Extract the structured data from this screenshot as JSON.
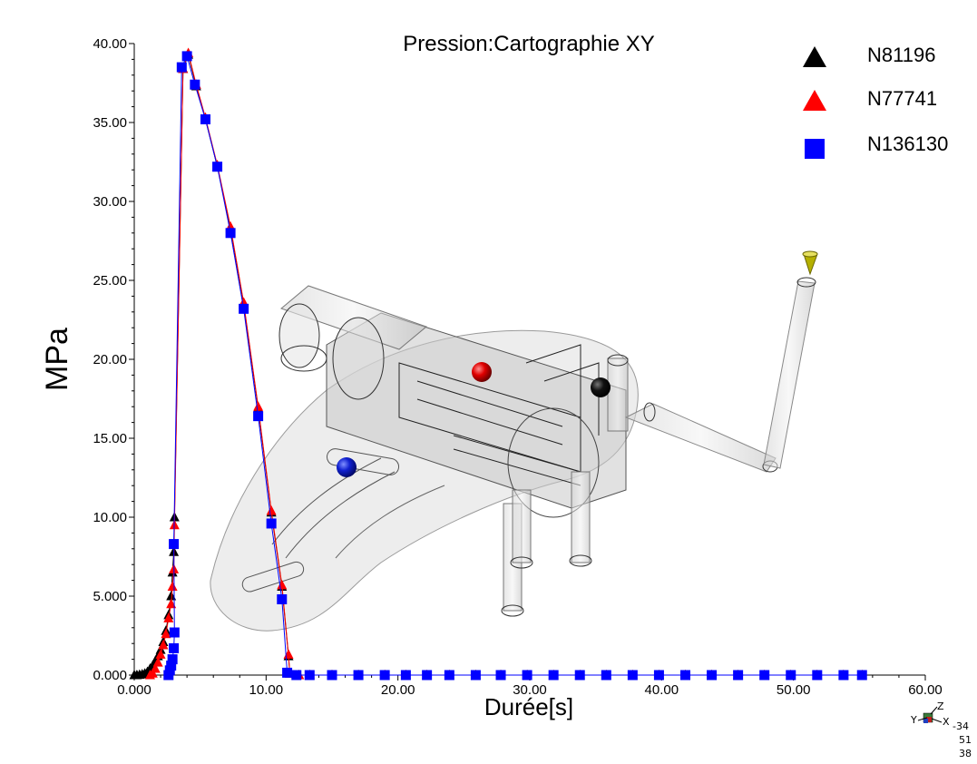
{
  "chart_data": {
    "type": "scatter",
    "title": "Pression:Cartographie XY",
    "xlabel": "Durée[s]",
    "ylabel": "MPa",
    "xlim": [
      0,
      60
    ],
    "ylim": [
      0,
      40
    ],
    "x_ticks": [
      0,
      10,
      20,
      30,
      40,
      50,
      60
    ],
    "x_tick_labels": [
      "0.000",
      "10.00",
      "20.00",
      "30.00",
      "40.00",
      "50.00",
      "60.00"
    ],
    "y_ticks": [
      0,
      5,
      10,
      15,
      20,
      25,
      30,
      35,
      40
    ],
    "y_tick_labels": [
      "0.000",
      "5.000",
      "10.00",
      "15.00",
      "20.00",
      "25.00",
      "30.00",
      "35.00",
      "40.00"
    ],
    "grid": false,
    "legend_position": "top-right",
    "series": [
      {
        "name": "N81196",
        "marker": "triangle",
        "color": "#000000",
        "line_color": "#000000",
        "points": [
          [
            0,
            0
          ],
          [
            0.2,
            0
          ],
          [
            0.4,
            0.02
          ],
          [
            0.6,
            0.05
          ],
          [
            0.8,
            0.1
          ],
          [
            1.0,
            0.2
          ],
          [
            1.2,
            0.4
          ],
          [
            1.4,
            0.6
          ],
          [
            1.6,
            0.9
          ],
          [
            1.8,
            1.2
          ],
          [
            2.0,
            1.6
          ],
          [
            2.2,
            2.1
          ],
          [
            2.4,
            2.8
          ],
          [
            2.6,
            3.8
          ],
          [
            2.8,
            5.0
          ],
          [
            2.9,
            6.5
          ],
          [
            3.0,
            7.8
          ],
          [
            3.05,
            10.0
          ],
          [
            3.7,
            38.4
          ],
          [
            4.1,
            39.3
          ],
          [
            4.7,
            37.3
          ],
          [
            5.4,
            35.2
          ],
          [
            6.3,
            32.2
          ],
          [
            7.3,
            28.3
          ],
          [
            8.3,
            23.5
          ],
          [
            9.4,
            16.9
          ],
          [
            10.4,
            10.3
          ],
          [
            11.2,
            5.6
          ],
          [
            11.7,
            1.2
          ],
          [
            11.8,
            0.1
          ],
          [
            12.5,
            0
          ],
          [
            13.3,
            0
          ],
          [
            15,
            0
          ],
          [
            17,
            0
          ],
          [
            19,
            0
          ],
          [
            20.6,
            0
          ],
          [
            22.2,
            0
          ],
          [
            23.9,
            0
          ],
          [
            25.9,
            0
          ],
          [
            27.8,
            0
          ],
          [
            29.8,
            0
          ],
          [
            31.8,
            0
          ],
          [
            33.8,
            0
          ],
          [
            35.8,
            0
          ],
          [
            37.8,
            0
          ],
          [
            39.8,
            0
          ],
          [
            41.8,
            0
          ],
          [
            43.8,
            0
          ],
          [
            45.8,
            0
          ],
          [
            47.8,
            0
          ],
          [
            49.8,
            0
          ],
          [
            51.8,
            0
          ],
          [
            53.8,
            0
          ],
          [
            55.2,
            0
          ]
        ]
      },
      {
        "name": "N77741",
        "marker": "triangle",
        "color": "#ff0000",
        "line_color": "#ff0000",
        "points": [
          [
            1.2,
            0
          ],
          [
            1.4,
            0.1
          ],
          [
            1.6,
            0.4
          ],
          [
            1.8,
            0.8
          ],
          [
            2.0,
            1.3
          ],
          [
            2.2,
            1.9
          ],
          [
            2.4,
            2.6
          ],
          [
            2.6,
            3.6
          ],
          [
            2.8,
            4.5
          ],
          [
            2.9,
            5.6
          ],
          [
            3.0,
            6.7
          ],
          [
            3.05,
            9.5
          ],
          [
            3.7,
            38.4
          ],
          [
            4.1,
            39.4
          ],
          [
            4.7,
            37.4
          ],
          [
            5.4,
            35.3
          ],
          [
            6.3,
            32.3
          ],
          [
            7.3,
            28.4
          ],
          [
            8.3,
            23.6
          ],
          [
            9.4,
            17.0
          ],
          [
            10.4,
            10.4
          ],
          [
            11.2,
            5.7
          ],
          [
            11.7,
            1.3
          ],
          [
            11.8,
            0.1
          ],
          [
            12.5,
            0
          ],
          [
            13.3,
            0
          ],
          [
            15,
            0
          ],
          [
            17,
            0
          ],
          [
            19,
            0
          ],
          [
            20.6,
            0
          ],
          [
            22.2,
            0
          ],
          [
            23.9,
            0
          ],
          [
            25.9,
            0
          ],
          [
            27.8,
            0
          ],
          [
            29.8,
            0
          ],
          [
            31.8,
            0
          ],
          [
            33.8,
            0
          ],
          [
            35.8,
            0
          ],
          [
            37.8,
            0
          ],
          [
            39.8,
            0
          ],
          [
            41.8,
            0
          ],
          [
            43.8,
            0
          ],
          [
            45.8,
            0
          ],
          [
            47.8,
            0
          ],
          [
            49.8,
            0
          ],
          [
            51.8,
            0
          ],
          [
            53.8,
            0
          ],
          [
            55.2,
            0
          ]
        ]
      },
      {
        "name": "N136130",
        "marker": "square",
        "color": "#0000ff",
        "line_color": "#0000ff",
        "points": [
          [
            2.6,
            0
          ],
          [
            2.7,
            0.3
          ],
          [
            2.8,
            0.6
          ],
          [
            2.9,
            1.0
          ],
          [
            3.0,
            1.7
          ],
          [
            3.05,
            2.7
          ],
          [
            3.0,
            8.3
          ],
          [
            3.6,
            38.5
          ],
          [
            4.0,
            39.2
          ],
          [
            4.6,
            37.4
          ],
          [
            5.4,
            35.2
          ],
          [
            6.3,
            32.2
          ],
          [
            7.3,
            28.0
          ],
          [
            8.3,
            23.2
          ],
          [
            9.4,
            16.4
          ],
          [
            10.4,
            9.6
          ],
          [
            11.2,
            4.8
          ],
          [
            11.6,
            0.15
          ],
          [
            12.3,
            0
          ],
          [
            13.3,
            0
          ],
          [
            15,
            0
          ],
          [
            17,
            0
          ],
          [
            19,
            0
          ],
          [
            20.6,
            0
          ],
          [
            22.2,
            0
          ],
          [
            23.9,
            0
          ],
          [
            25.9,
            0
          ],
          [
            27.8,
            0
          ],
          [
            29.8,
            0
          ],
          [
            31.8,
            0
          ],
          [
            33.8,
            0
          ],
          [
            35.8,
            0
          ],
          [
            37.8,
            0
          ],
          [
            39.8,
            0
          ],
          [
            41.8,
            0
          ],
          [
            43.8,
            0
          ],
          [
            45.8,
            0
          ],
          [
            47.8,
            0
          ],
          [
            49.8,
            0
          ],
          [
            51.8,
            0
          ],
          [
            53.8,
            0
          ],
          [
            55.2,
            0
          ]
        ]
      }
    ],
    "marker_spheres": [
      {
        "color": "#e00000"
      },
      {
        "color": "#101010"
      },
      {
        "color": "#1020d0"
      }
    ]
  },
  "orientation_triad": {
    "axis_labels": [
      "Y",
      "Z",
      "X"
    ],
    "values": [
      "-34",
      "51",
      "38"
    ]
  }
}
